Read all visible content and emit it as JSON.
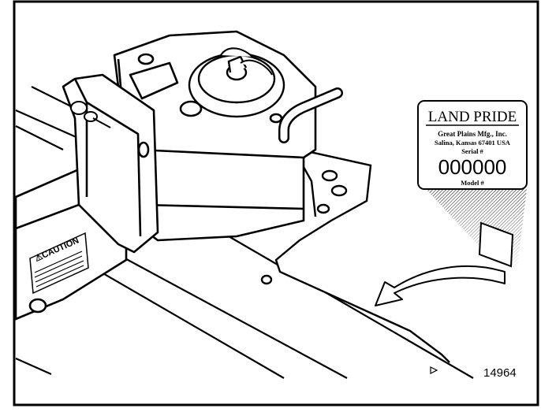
{
  "figure_number": "14964",
  "decal": {
    "brand": "LAND PRIDE",
    "company": "Great Plains Mfg., Inc.",
    "address": "Salina, Kansas 67401  USA",
    "serial_label": "Serial #",
    "serial_value": "000000",
    "model_label": "Model #"
  },
  "caution_label": {
    "title": "⚠CAUTION"
  }
}
